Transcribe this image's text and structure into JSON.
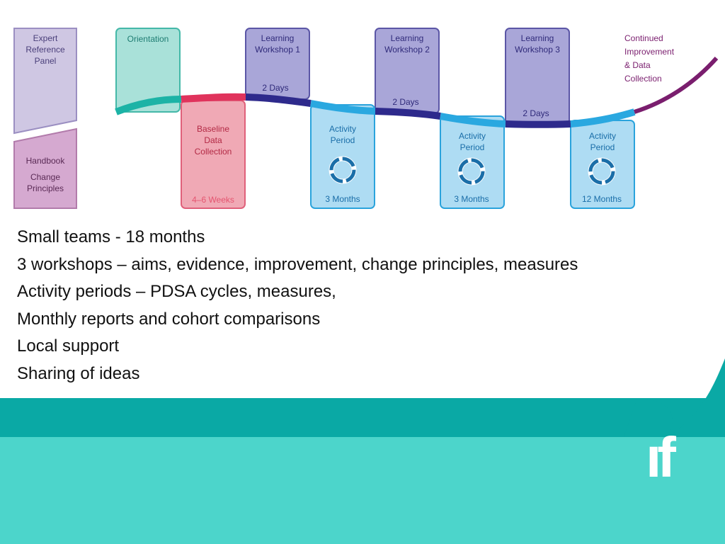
{
  "diagram": {
    "expert_panel": "Expert|Reference|Panel",
    "handbook": "Handbook",
    "change_principles": "Change|Principles",
    "orientation": "Orientation",
    "baseline": "Baseline|Data|Collection",
    "baseline_duration": "4–6 Weeks",
    "workshop1": "Learning|Workshop 1",
    "workshop2": "Learning|Workshop 2",
    "workshop3": "Learning|Workshop 3",
    "workshop_duration": "2 Days",
    "activity": "Activity|Period",
    "activity1_duration": "3 Months",
    "activity2_duration": "3 Months",
    "activity3_duration": "12 Months",
    "continued": "Continued|Improvement|& Data|Collection"
  },
  "bullets": [
    "Small teams - 18 months",
    "3 workshops – aims, evidence, improvement, change principles, measures",
    "Activity periods – PDSA cycles, measures,",
    "Monthly reports and cohort comparisons",
    "Local support",
    "Sharing of ideas"
  ],
  "logo": "ıf",
  "colors": {
    "lavender": "#cfc7e3",
    "mauve": "#d5a9d0",
    "teal_box": "#a9e1d9",
    "pink_box": "#f0a9b5",
    "workshop_box": "#a9a6d8",
    "activity_box": "#aedcf3",
    "footer_dark": "#0aa9a5",
    "footer_light": "#4cd5cb"
  }
}
